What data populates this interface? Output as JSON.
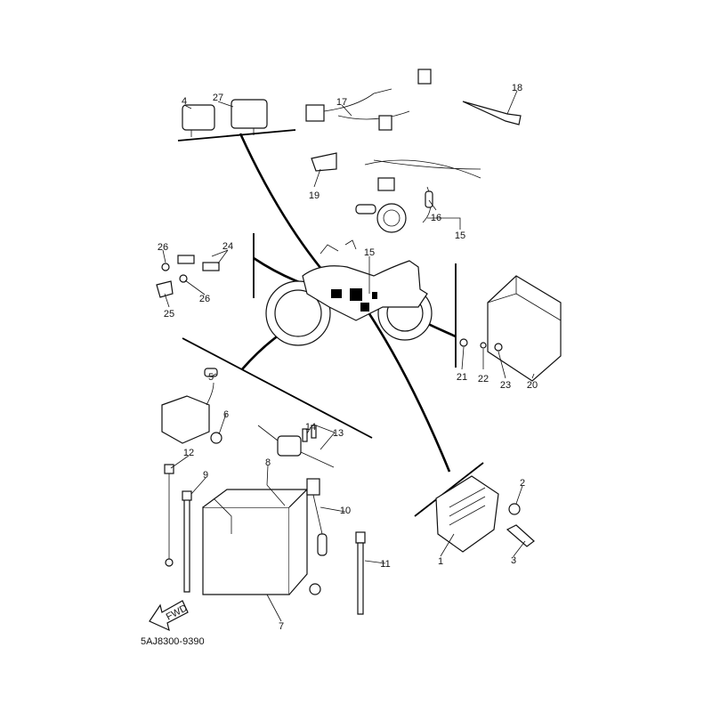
{
  "diagram": {
    "code": "5AJ8300-9390",
    "fwd_label": "FWD",
    "callouts": {
      "c1": "1",
      "c2": "2",
      "c3": "3",
      "c4": "4",
      "c5": "5",
      "c6": "6",
      "c7": "7",
      "c8": "8",
      "c9": "9",
      "c10": "10",
      "c11": "11",
      "c12": "12",
      "c13": "13",
      "c14": "14",
      "c15a": "15",
      "c15b": "15",
      "c16": "16",
      "c17": "17",
      "c18": "18",
      "c19": "19",
      "c20": "20",
      "c21": "21",
      "c22": "22",
      "c23": "23",
      "c24": "24",
      "c25": "25",
      "c26a": "26",
      "c26b": "26",
      "c27": "27"
    }
  }
}
